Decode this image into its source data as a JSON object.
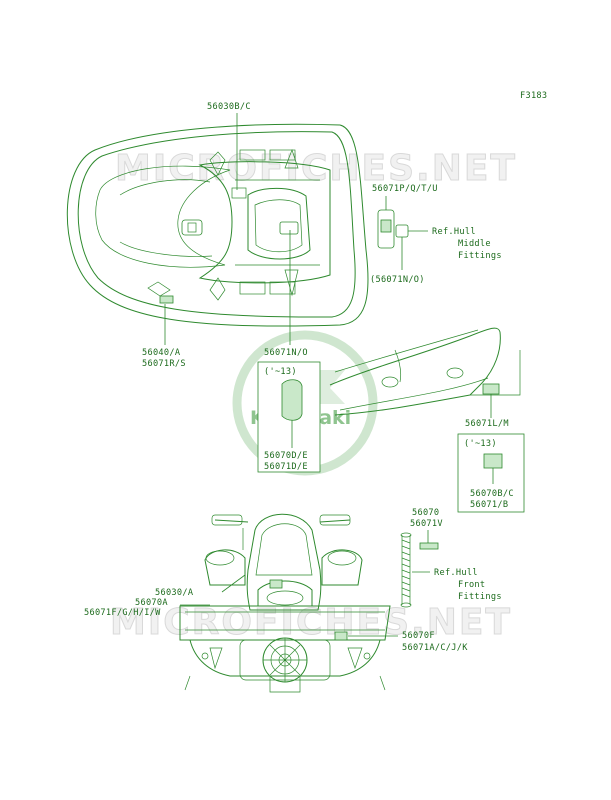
{
  "figure_code": "F3183",
  "watermark": "MICROFICHES.NET",
  "brand_logo_text": "Kawasaki",
  "labels": {
    "l1": "56030B/C",
    "l2": "56071P/Q/T/U",
    "l3": "Ref.Hull",
    "l4": "Middle",
    "l5": "Fittings",
    "l6": "(56071N/O)",
    "l7": "56040/A",
    "l8": "56071R/S",
    "l9": "56071N/O",
    "l10": "('~13)",
    "l11": "56070D/E",
    "l12": "56071D/E",
    "l13": "56071L/M",
    "l14": "('~13)",
    "l15": "56070B/C",
    "l16": "56071/B",
    "l17": "56070",
    "l18": "56071V",
    "l19": "Ref.Hull",
    "l20": "Front",
    "l21": "Fittings",
    "l22": "56030/A",
    "l23": "56070A",
    "l24": "56071F/G/H/I/W",
    "l25": "56070F",
    "l26": "56071A/C/J/K"
  },
  "colors": {
    "line": "#2f8a2f",
    "text": "#1d6b1d",
    "label_fill": "#c9e8c9"
  }
}
